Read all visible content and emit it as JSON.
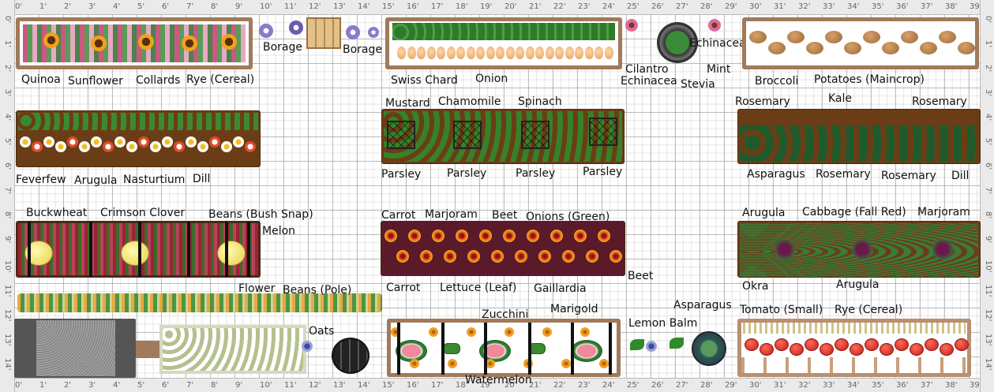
{
  "ruler": {
    "top_ticks": [
      "0'",
      "1'",
      "2'",
      "3'",
      "4'",
      "5'",
      "6'",
      "7'",
      "8'",
      "9'",
      "10'",
      "11'",
      "12'",
      "13'",
      "14'",
      "15'",
      "16'",
      "17'",
      "18'",
      "19'",
      "20'",
      "21'",
      "22'",
      "23'",
      "24'",
      "25'",
      "26'",
      "27'",
      "28'",
      "29'",
      "30'",
      "31'",
      "32'",
      "33'",
      "34'",
      "35'",
      "36'",
      "37'",
      "38'",
      "39'"
    ],
    "bottom_ticks": [
      "0'",
      "1'",
      "2'",
      "3'",
      "4'",
      "5'",
      "6'",
      "7'",
      "8'",
      "9'",
      "10'",
      "11'",
      "12'",
      "13'",
      "14'",
      "15'",
      "16'",
      "17'",
      "18'",
      "19'",
      "20'",
      "21'",
      "22'",
      "23'",
      "24'",
      "25'",
      "26'",
      "27'",
      "28'",
      "29'",
      "30'",
      "31'",
      "32'",
      "33'",
      "34'",
      "35'",
      "36'",
      "37'",
      "38'",
      "39'"
    ],
    "side_ticks": [
      "0'",
      "1'",
      "2'",
      "3'",
      "4'",
      "5'",
      "6'",
      "7'",
      "8'",
      "9'",
      "10'",
      "11'",
      "12'",
      "13'",
      "14'"
    ]
  },
  "labels": {
    "quinoa": "Quinoa",
    "sunflower": "Sunflower",
    "collards": "Collards",
    "rye_cereal_top": "Rye (Cereal)",
    "borage_1": "Borage",
    "borage_2": "Borage",
    "swiss_chard": "Swiss Chard",
    "onion": "Onion",
    "cilantro": "Cilantro",
    "echinacea_1": "Echinacea",
    "echinacea_2": "Echinacea",
    "mint": "Mint",
    "stevia": "Stevia",
    "broccoli": "Broccoli",
    "potatoes": "Potatoes (Maincrop)",
    "mustard": "Mustard",
    "chamomile": "Chamomile",
    "spinach": "Spinach",
    "rosemary_1": "Rosemary",
    "kale": "Kale",
    "rosemary_2": "Rosemary",
    "feverfew": "Feverfew",
    "arugula_1": "Arugula",
    "nasturtium": "Nasturtium",
    "dill_1": "Dill",
    "parsley_1": "Parsley",
    "parsley_2": "Parsley",
    "parsley_3": "Parsley",
    "parsley_4": "Parsley",
    "asparagus_1": "Asparagus",
    "rosemary_3": "Rosemary",
    "rosemary_4": "Rosemary",
    "dill_2": "Dill",
    "buckwheat": "Buckwheat",
    "crimson_clover": "Crimson Clover",
    "beans_bush": "Beans (Bush Snap)",
    "melon": "Melon",
    "carrot_1": "Carrot",
    "marjoram_1": "Marjoram",
    "beet_1": "Beet",
    "onions_green": "Onions (Green)",
    "arugula_2": "Arugula",
    "cabbage": "Cabbage (Fall Red)",
    "marjoram_2": "Marjoram",
    "carrot_2": "Carrot",
    "lettuce": "Lettuce (Leaf)",
    "gaillardia": "Gaillardia",
    "beet_2": "Beet",
    "okra": "Okra",
    "arugula_3": "Arugula",
    "flower": "Flower",
    "beans_pole": "Beans (Pole)",
    "oats": "Oats",
    "zucchini": "Zucchini",
    "marigold": "Marigold",
    "asparagus_2": "Asparagus",
    "lemon_balm": "Lemon Balm",
    "tomato_small": "Tomato (Small)",
    "rye_cereal_bottom": "Rye (Cereal)",
    "watermelon": "Watermelon"
  },
  "colors": {
    "frame": "#a07a5a",
    "soil": "#6b3d16",
    "leaf": "#2f8a2a",
    "grid_major": "#969696",
    "ruler_bg": "#eaeaea"
  }
}
